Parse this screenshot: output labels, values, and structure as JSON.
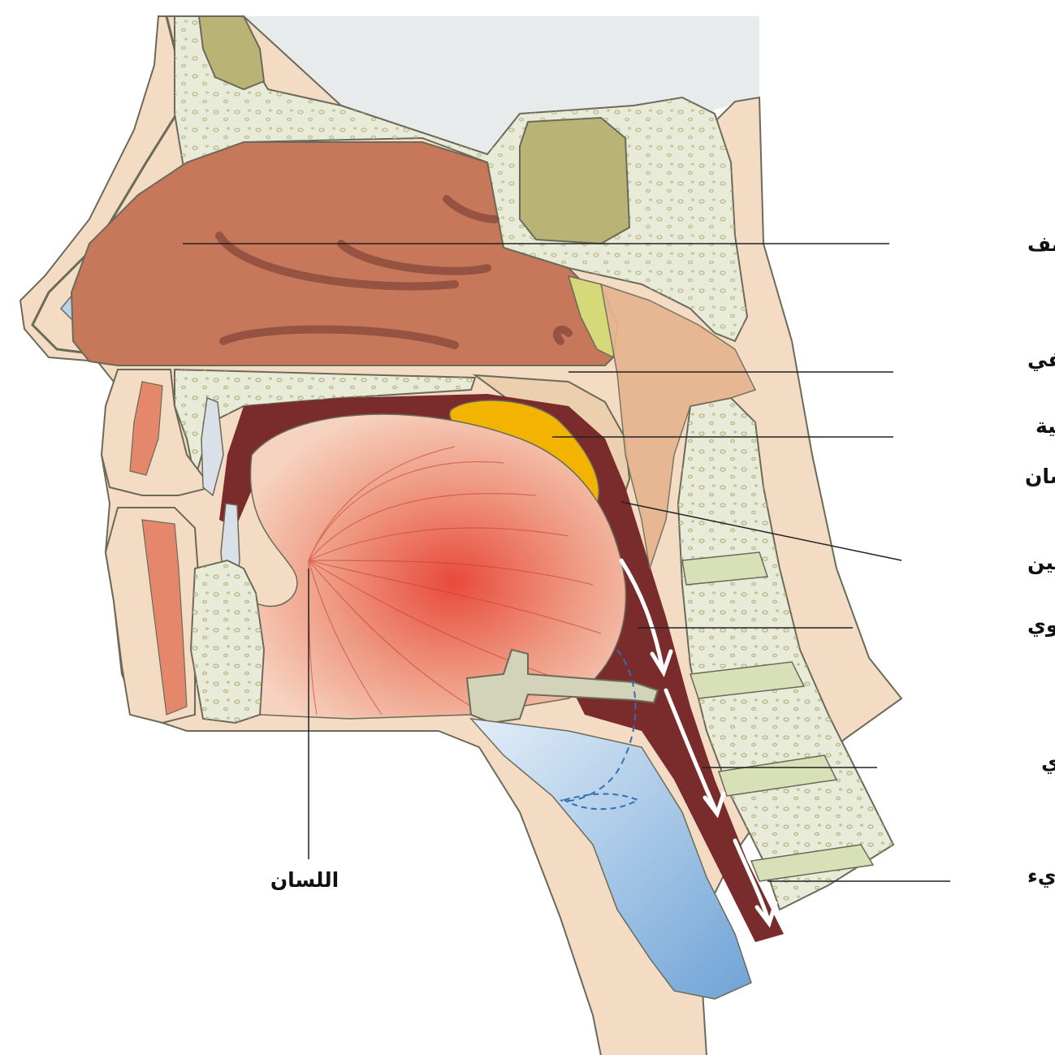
{
  "labels": {
    "nasal_cavity": "جوف الأنف",
    "nasopharynx": "البلعوم الأنفي",
    "food_bolus_line1": "اللقمة الطعامية",
    "food_bolus_line2": "على اللسان",
    "soft_palate": "الحنك اللين",
    "oropharynx": "البلعوم الفموي",
    "laryngopharynx": "البلعوم الحنجري",
    "esophagus": "المريء",
    "tongue": "اللسان"
  },
  "colors": {
    "nasal_cavity": "#c8785a",
    "bone": "#e9ebd9",
    "soft_tissue": "#eccfae",
    "skin": "#f3dcc3",
    "tongue": "#e7735a",
    "throat": "#7a2b2b",
    "food_bolus": "#f2b400",
    "cartilage": "#b9d3ea",
    "arrow": "#ffffff",
    "leader_line": "#222222"
  }
}
